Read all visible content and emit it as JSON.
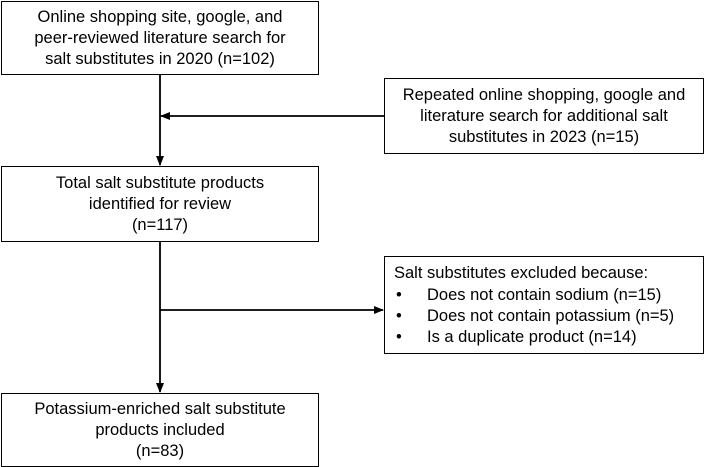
{
  "flowchart": {
    "search_2020": {
      "lines": [
        "Online shopping site, google, and",
        "peer-reviewed literature search for",
        "salt substitutes in 2020 (n=102)"
      ]
    },
    "repeat_search_2023": {
      "lines": [
        "Repeated online shopping, google and",
        "literature search for additional salt",
        "substitutes in 2023 (n=15)"
      ]
    },
    "total_identified": {
      "lines": [
        "Total salt substitute products",
        "identified for review",
        "(n=117)"
      ]
    },
    "excluded": {
      "heading": "Salt substitutes excluded because:",
      "bullet": "•",
      "items": [
        "Does not contain sodium (n=15)",
        "Does not contain potassium (n=5)",
        "Is a duplicate product (n=14)"
      ]
    },
    "included": {
      "lines": [
        "Potassium-enriched salt substitute",
        "products included",
        "(n=83)"
      ]
    }
  },
  "colors": {
    "stroke": "#000000",
    "background": "#ffffff",
    "text": "#000000"
  }
}
